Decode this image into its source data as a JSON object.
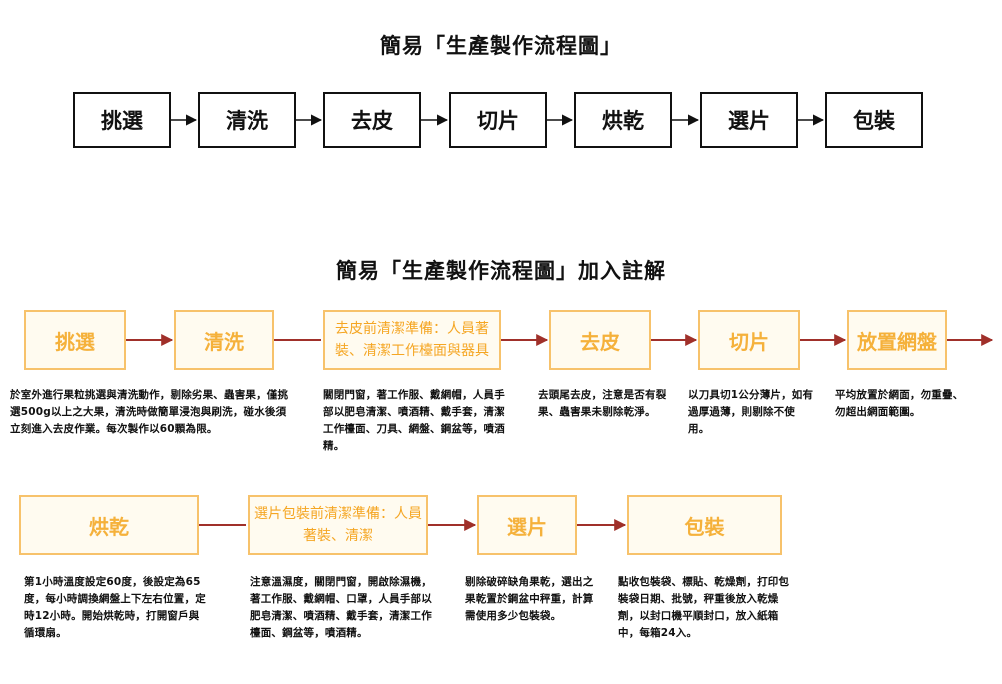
{
  "section1": {
    "title": "簡易「生產製作流程圖」",
    "steps": [
      "挑選",
      "清洗",
      "去皮",
      "切片",
      "烘乾",
      "選片",
      "包裝"
    ]
  },
  "section2": {
    "title": "簡易「生產製作流程圖」加入註解",
    "row1": [
      {
        "label": "挑選",
        "note": "於室外進行果粒挑選與清洗動作，剔除劣果、蟲害果，僅挑選500g以上之大果，清洗時做簡單浸泡與刷洗，碰水後須立刻進入去皮作業。每次製作以60顆為限。"
      },
      {
        "label": "清洗",
        "note": ""
      },
      {
        "label": "去皮前清潔準備：人員著裝、清潔工作檯面與器具",
        "note": "關閉門窗，著工作服、戴網帽，人員手部以肥皂清潔、噴酒精、戴手套，清潔工作檯面、刀具、網盤、鋼盆等，噴酒精。"
      },
      {
        "label": "去皮",
        "note": "去頭尾去皮，注意是否有裂果、蟲害果未剔除乾淨。"
      },
      {
        "label": "切片",
        "note": "以刀具切1公分薄片，如有過厚過薄，則剔除不使用。"
      },
      {
        "label": "放置網盤",
        "note": "平均放置於網面，勿重疊、勿超出網面範圍。"
      }
    ],
    "row2": [
      {
        "label": "烘乾",
        "note": "第1小時溫度設定60度，後設定為65度，每小時調換網盤上下左右位置，定時12小時。開始烘乾時，打開窗戶與循環扇。"
      },
      {
        "label": "選片包裝前清潔準備：人員著裝、清潔",
        "note": "注意溫濕度，關閉門窗，開啟除濕機，著工作服、戴網帽、口罩，人員手部以肥皂清潔、噴酒精、戴手套，清潔工作檯面、鋼盆等，噴酒精。"
      },
      {
        "label": "選片",
        "note": "剔除破碎缺角果乾，選出之果乾置於鋼盆中秤重，計算需使用多少包裝袋。"
      },
      {
        "label": "包裝",
        "note": "點收包裝袋、標貼、乾燥劑，打印包裝袋日期、批號，秤重後放入乾燥劑，以封口機平順封口，放入紙箱中，每箱24入。"
      }
    ]
  },
  "colors": {
    "box_border": "#f7c26b",
    "box_text": "#f5b13b",
    "arrow_red": "#a0302a",
    "black": "#111111"
  }
}
